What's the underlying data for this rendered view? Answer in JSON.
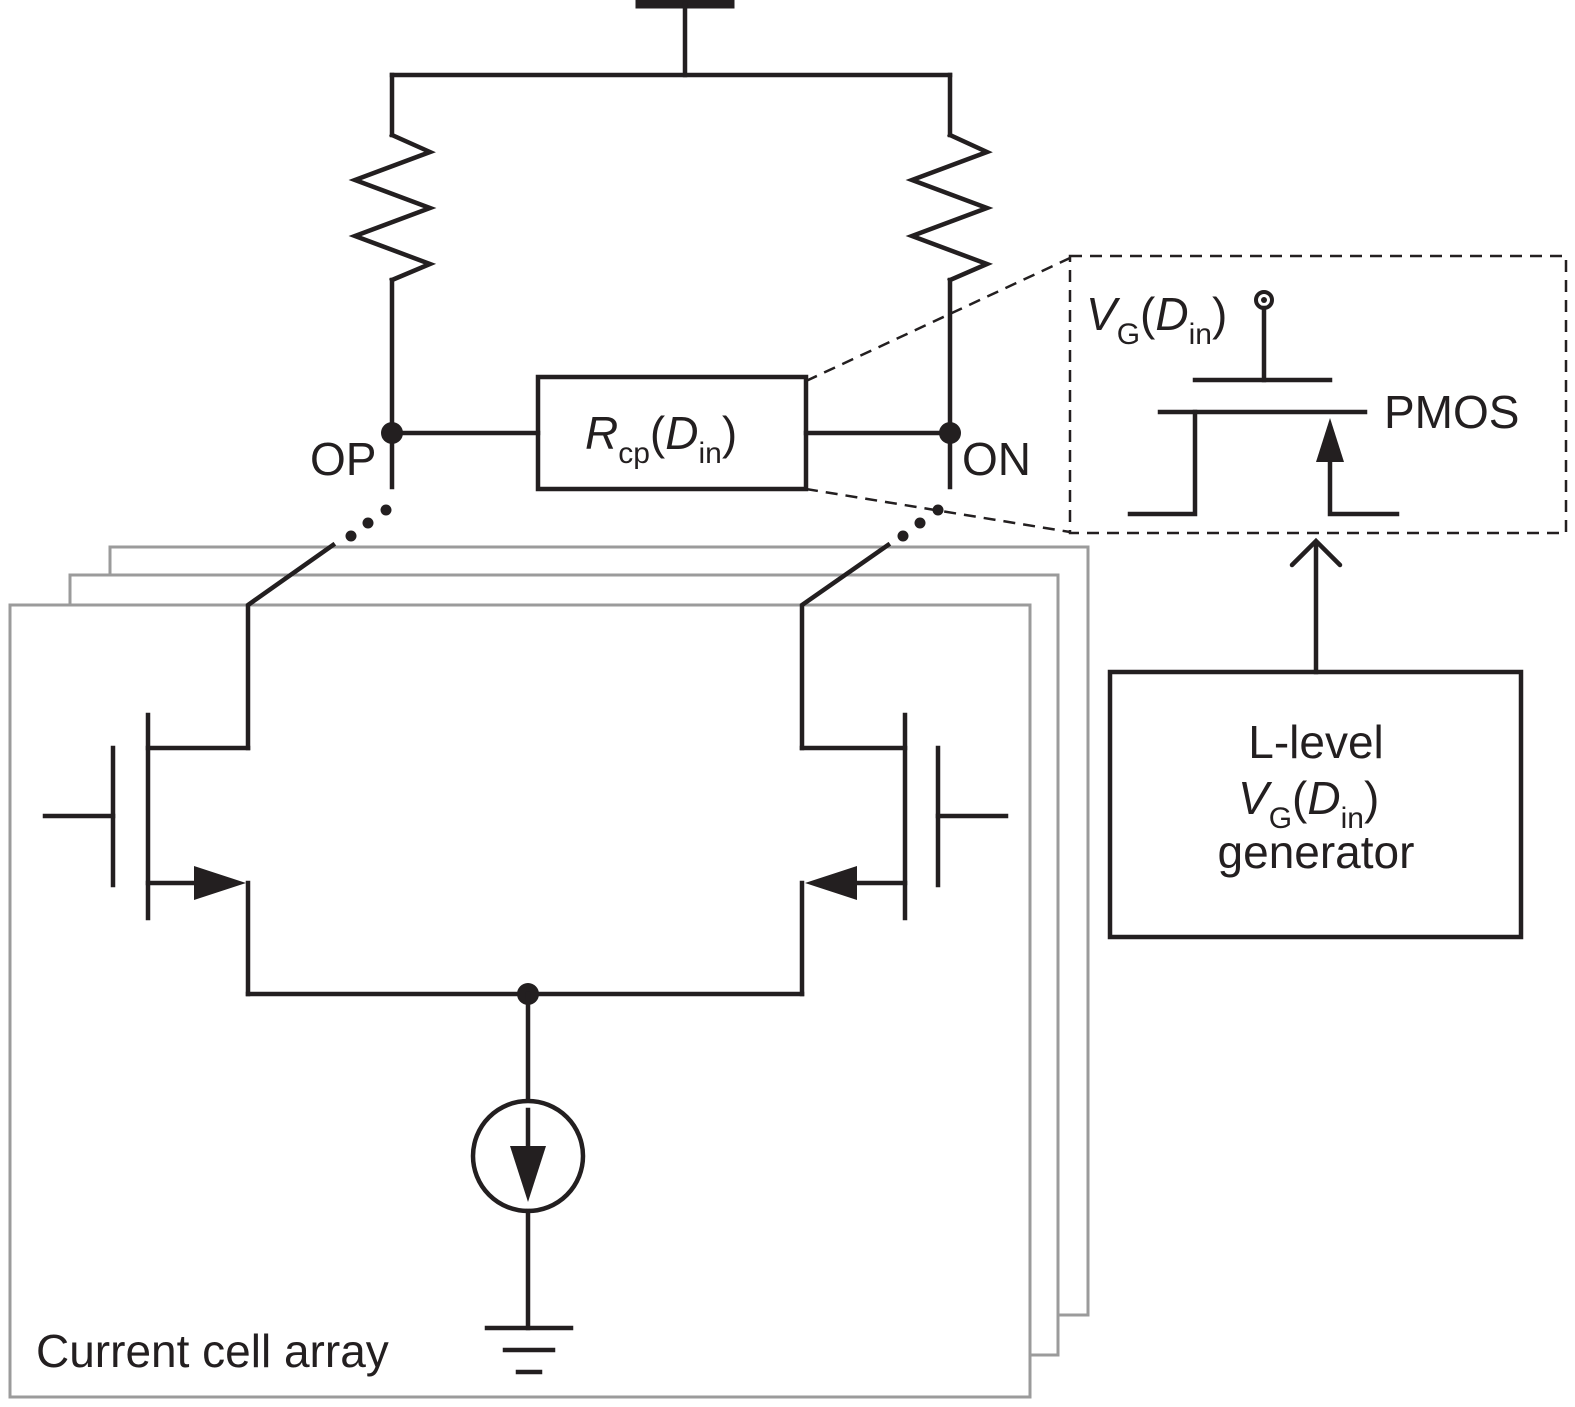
{
  "labels": {
    "op": "OP",
    "on": "ON",
    "pmos": "PMOS",
    "array": "Current cell array"
  },
  "rcp": {
    "main": "R",
    "sub": "cp",
    "open": "(",
    "d": "D",
    "dsub": "in",
    "close": ")"
  },
  "vg_top": {
    "main": "V",
    "sub": "G",
    "open": "(",
    "d": "D",
    "dsub": "in",
    "close": ")"
  },
  "generator": {
    "line1": "L-level",
    "vg": {
      "main": "V",
      "sub": "G",
      "open": "(",
      "d": "D",
      "dsub": "in",
      "close": ")"
    },
    "line3": "generator"
  }
}
